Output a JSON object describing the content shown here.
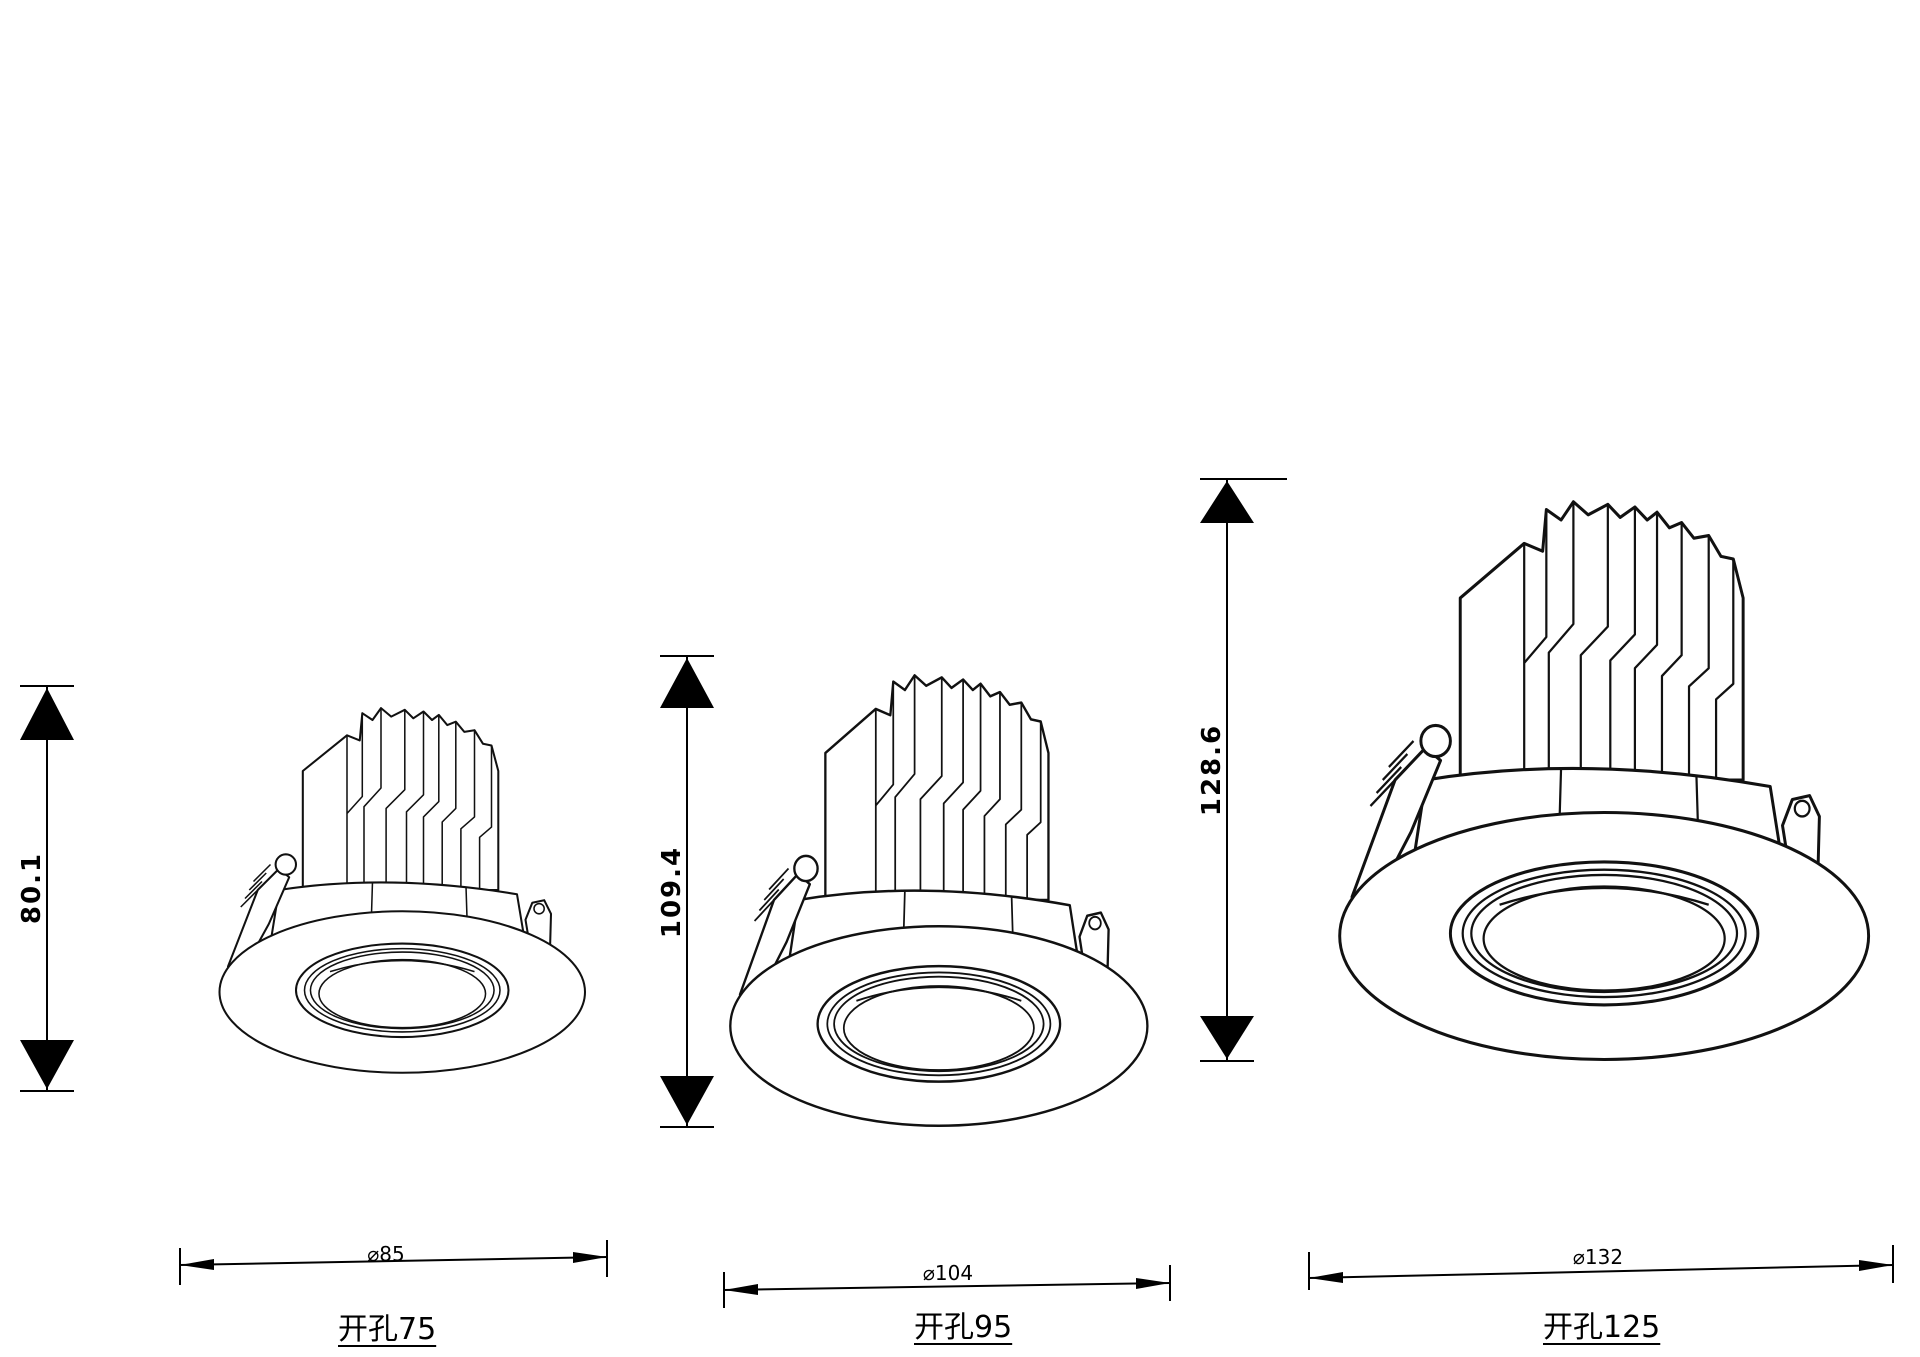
{
  "lights": [
    {
      "height": "80.1",
      "diameter": "⌀85",
      "cutout": "开孔75"
    },
    {
      "height": "109.4",
      "diameter": "⌀104",
      "cutout": "开孔95"
    },
    {
      "height": "128.6",
      "diameter": "⌀132",
      "cutout": "开孔125"
    }
  ]
}
